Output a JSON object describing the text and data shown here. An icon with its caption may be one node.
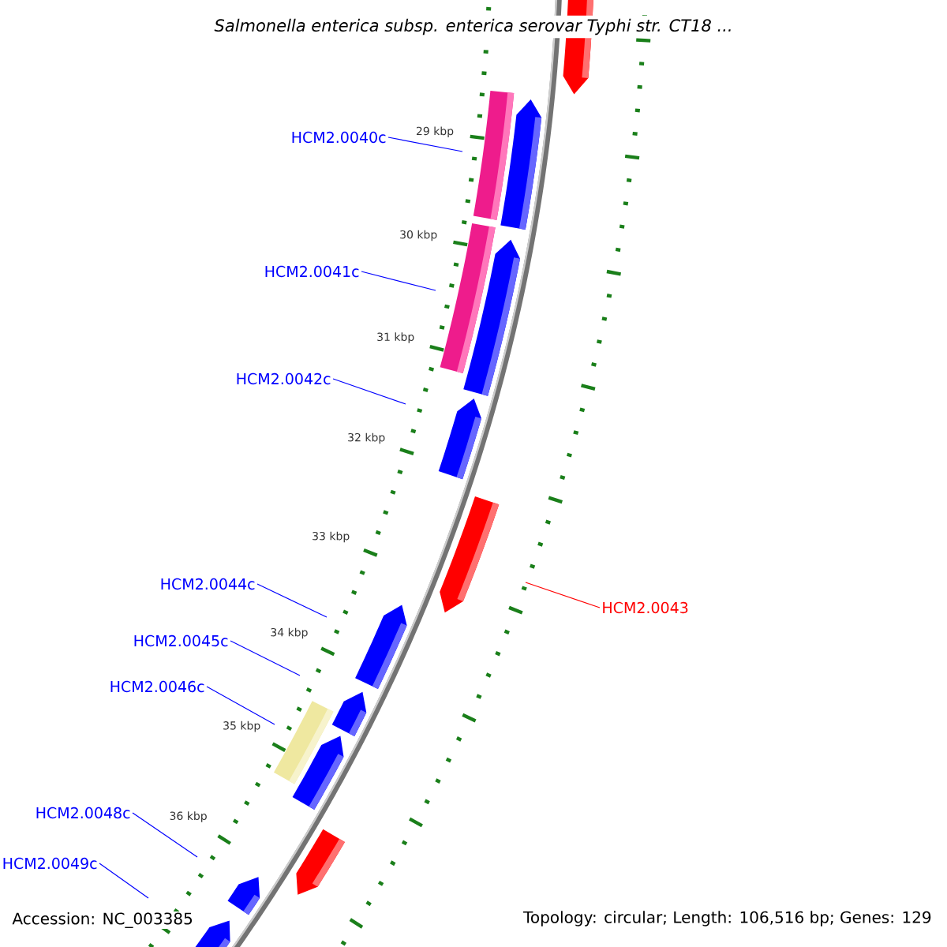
{
  "diagram": {
    "title": "Salmonella enterica subsp. enterica serovar Typhi str. CT18 ...",
    "nodes": [
      {
        "text": [
          "HCM2.0040c"
        ]
      },
      {
        "text": [
          "HCM2.0041c"
        ]
      },
      {
        "text": [
          "HCM2.0042c"
        ]
      },
      {
        "text": [
          "HCM2.0044c"
        ]
      },
      {
        "text": [
          "HCM2.0043"
        ]
      },
      {
        "text": [
          "HCM2.0045c"
        ]
      },
      {
        "text": [
          "HCM2.0046c"
        ]
      },
      {
        "text": [
          "HCM2.0048c"
        ]
      },
      {
        "text": [
          "HCM2.0049c"
        ]
      }
    ],
    "edges": [
      {
        "from": 0,
        "to": null,
        "arrow": "none"
      },
      {
        "from": 1,
        "to": null,
        "arrow": "none"
      },
      {
        "from": 2,
        "to": null,
        "arrow": "none"
      },
      {
        "from": 3,
        "to": null,
        "arrow": "none"
      },
      {
        "from": 4,
        "to": null,
        "arrow": "none",
        "color": "#ff0000"
      },
      {
        "from": 5,
        "to": null,
        "arrow": "none"
      },
      {
        "from": 6,
        "to": null,
        "arrow": "none"
      },
      {
        "from": 7,
        "to": null,
        "arrow": "none"
      },
      {
        "from": 8,
        "to": null,
        "arrow": "none"
      }
    ],
    "labels": [
      "29 kbp",
      "30 kbp",
      "31 kbp",
      "32 kbp",
      "33 kbp",
      "34 kbp",
      "35 kbp",
      "36 kbp",
      "Accession: NC_003385",
      "Topology: circular; Length: 106,516 bp; Genes: 129"
    ]
  }
}
